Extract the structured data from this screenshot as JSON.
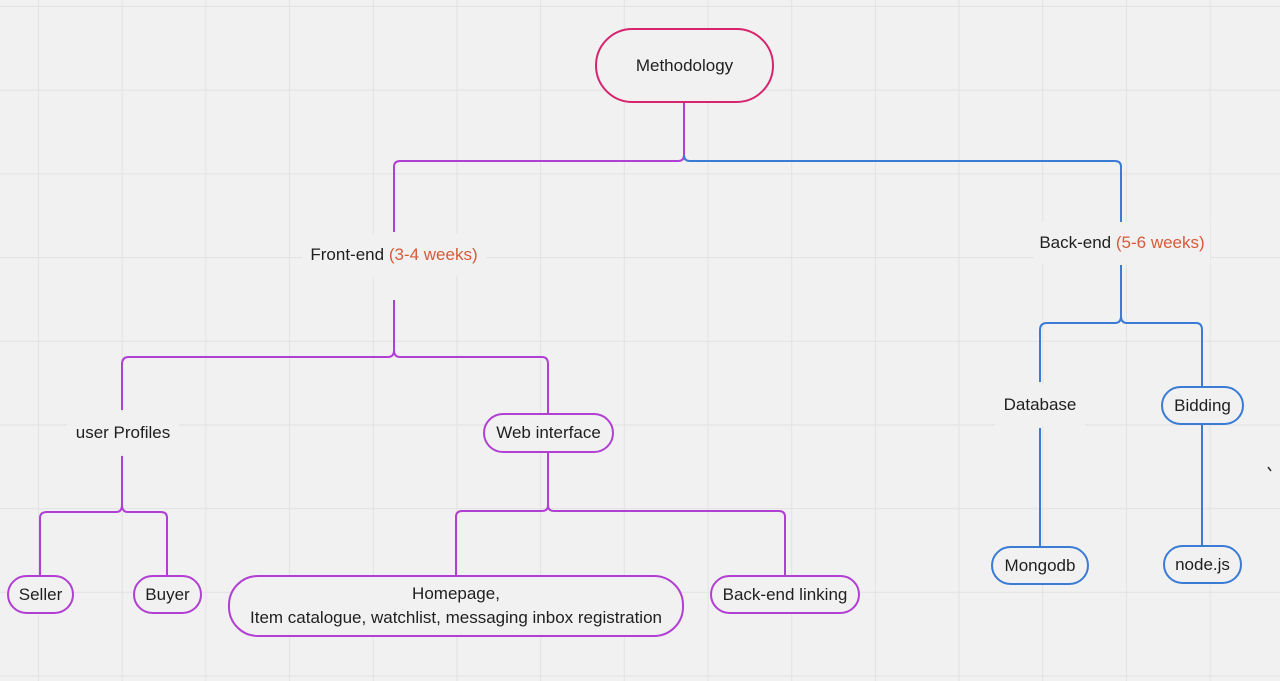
{
  "colors": {
    "root_border": "#d6246e",
    "frontend_branch": "#b13fd4",
    "backend_branch": "#3a7bd5",
    "duration_text": "#d85a3a",
    "background": "#f1f1f1"
  },
  "diagram": {
    "root": "Methodology",
    "frontend": {
      "label": "Front-end",
      "duration": "(3-4 weeks)"
    },
    "backend": {
      "label": "Back-end",
      "duration": "(5-6 weeks)"
    },
    "user_profiles": "user Profiles",
    "web_interface": "Web interface",
    "seller": "Seller",
    "buyer": "Buyer",
    "homepage_line1": "Homepage,",
    "homepage_line2": "Item catalogue, watchlist, messaging inbox registration",
    "backend_linking": "Back-end linking",
    "database": "Database",
    "bidding": "Bidding",
    "mongodb": "Mongodb",
    "nodejs": "node.js"
  }
}
